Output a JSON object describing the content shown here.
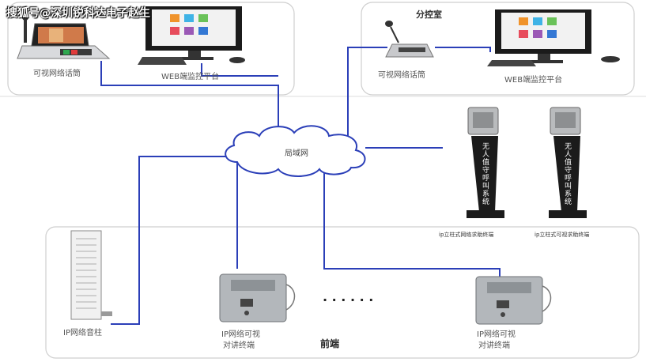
{
  "watermark": "搜狐号@深圳锐科达电子赵生",
  "rooms": {
    "branch_room": "分控室",
    "front_end": "前端"
  },
  "network": {
    "lan": "局域网"
  },
  "devices": {
    "main_intercom": "可视网络话筒",
    "main_web_platform": "WEB端监控平台",
    "branch_intercom": "可视网络话筒",
    "branch_web_platform": "WEB端监控平台",
    "ip_speaker": "IP网络音柱",
    "terminal_left_line1": "IP网络可视",
    "terminal_left_line2": "对讲终端",
    "terminal_right_line1": "IP网络可视",
    "terminal_right_line2": "对讲终端",
    "pillar_left": "ip立柱式网络求助终端",
    "pillar_right": "ip立柱式可视求助终端",
    "pillar_text": "无人值守呼叫系统"
  },
  "ellipsis": "· · ·   · · ·",
  "colors": {
    "wire": "#2b3fb8",
    "frame": "#c9c9c9",
    "monitor": "#1b1b1b",
    "panel": "#a8aeb2"
  }
}
